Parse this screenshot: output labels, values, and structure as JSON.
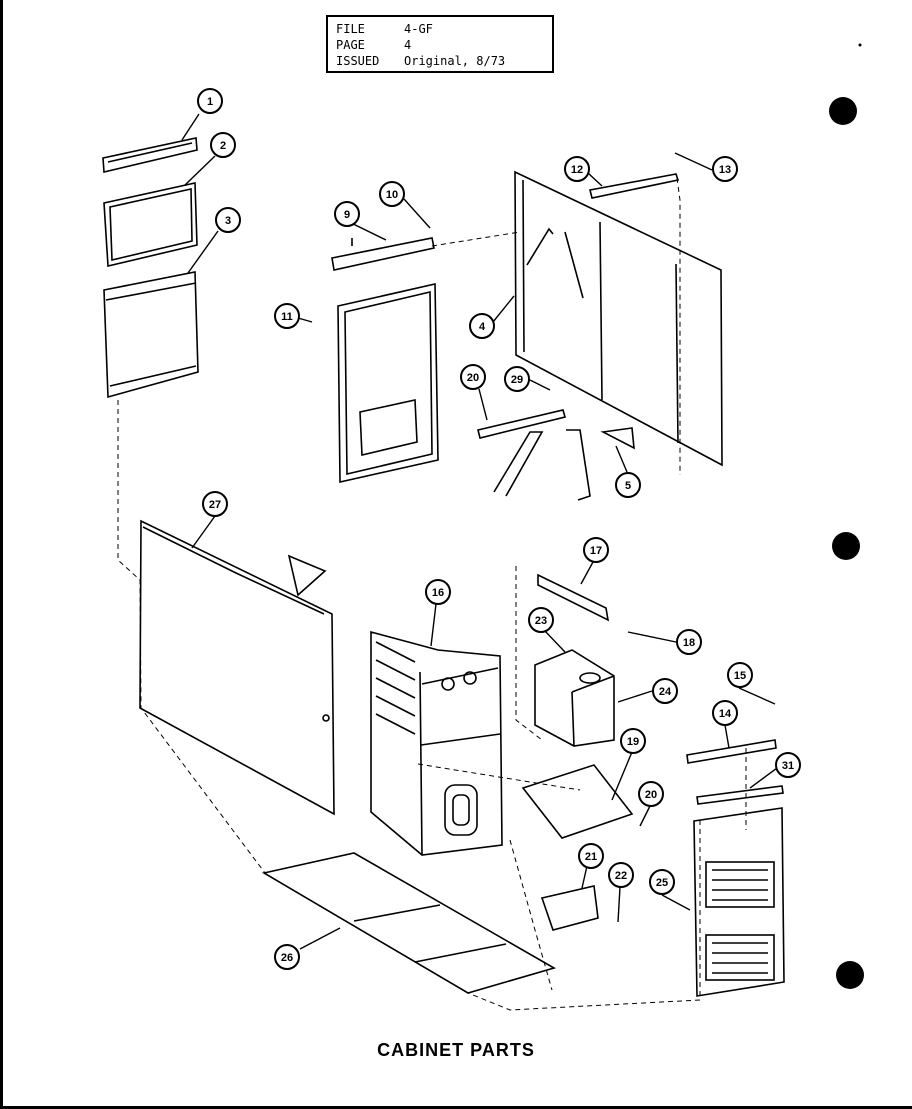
{
  "header": {
    "rows": [
      {
        "key": "FILE",
        "value": "4-GF"
      },
      {
        "key": "PAGE",
        "value": "4"
      },
      {
        "key": "ISSUED",
        "value": "Original, 8/73"
      }
    ]
  },
  "title": "CABINET PARTS",
  "callouts": [
    "1",
    "2",
    "3",
    "4",
    "5",
    "9",
    "10",
    "11",
    "12",
    "13",
    "14",
    "15",
    "16",
    "17",
    "18",
    "19",
    "20",
    "20",
    "21",
    "22",
    "23",
    "24",
    "25",
    "26",
    "27",
    "29",
    "31"
  ],
  "colors": {
    "ink": "#000000",
    "paper": "#ffffff"
  }
}
